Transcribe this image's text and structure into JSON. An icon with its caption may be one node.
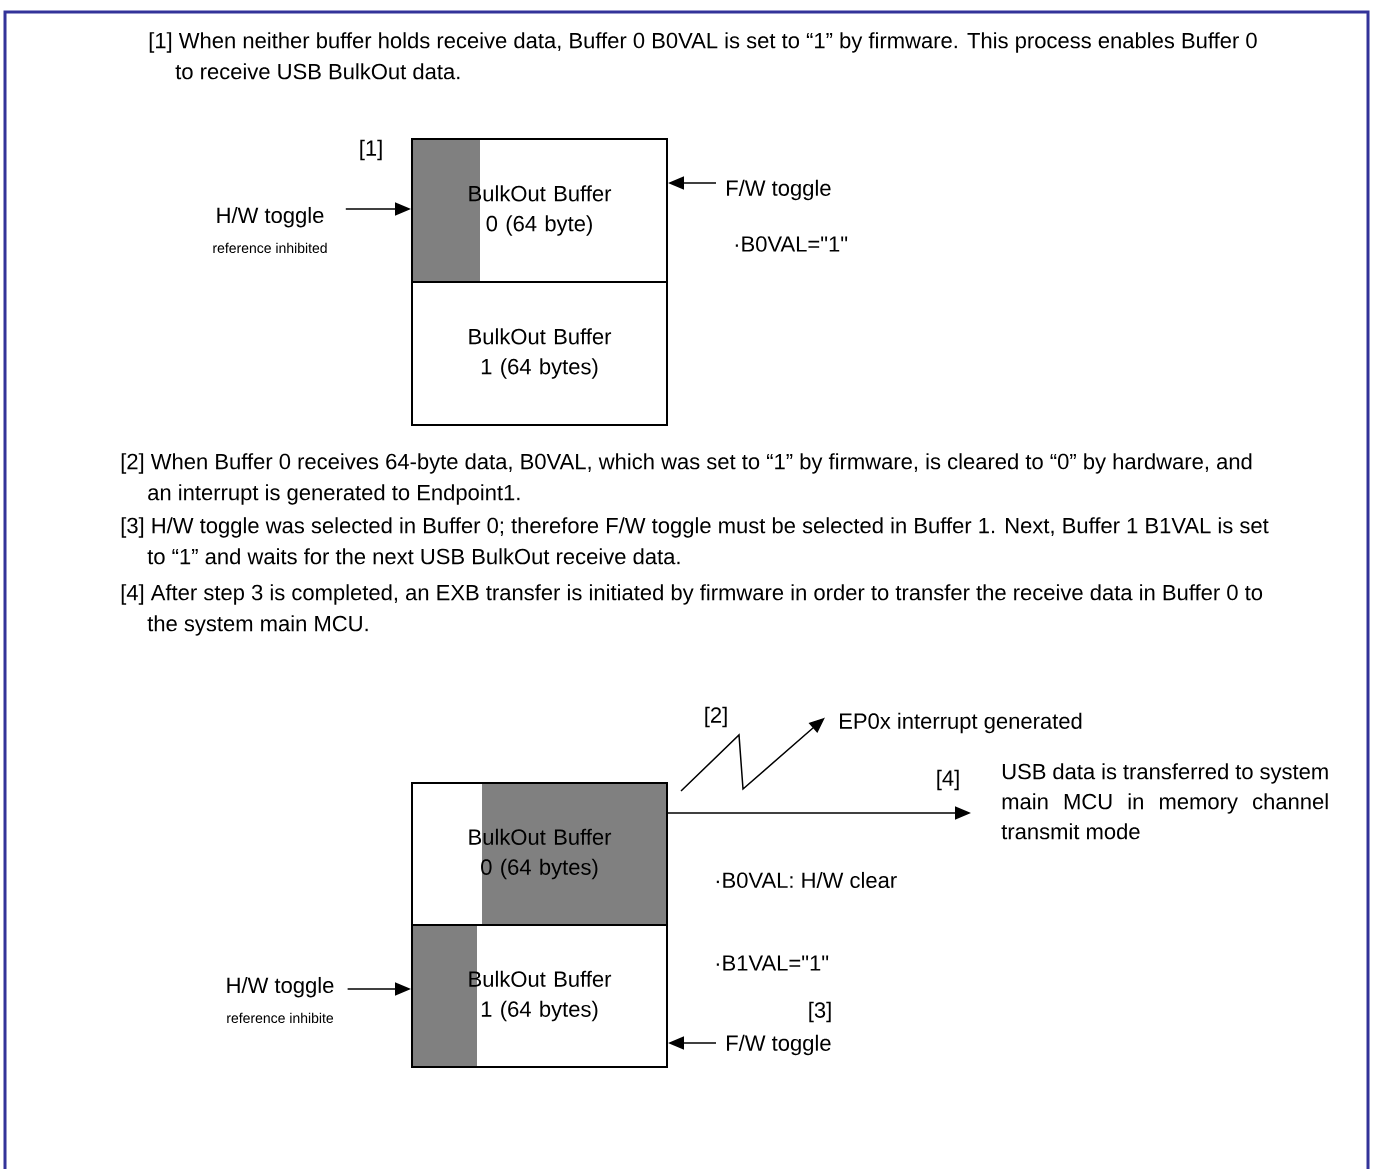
{
  "diagram": {
    "nodes": [
      {
        "text": [
          "BulkOut Buffer 0 (64 byte)"
        ]
      },
      {
        "text": [
          "BulkOut Buffer 1 (64 bytes)"
        ]
      },
      {
        "text": [
          "H/W toggle",
          "reference inhibited"
        ]
      },
      {
        "text": [
          "F/W toggle"
        ]
      },
      {
        "text": [
          "BulkOut Buffer 0 (64 bytes)"
        ]
      },
      {
        "text": [
          "BulkOut Buffer 1 (64 bytes)"
        ]
      },
      {
        "text": [
          "H/W toggle",
          "reference inhibite"
        ]
      },
      {
        "text": [
          "F/W toggle"
        ]
      },
      {
        "text": [
          "EP0x interrupt generated"
        ]
      },
      {
        "text": [
          "USB data is transferred to system main MCU in memory channel transmit mode"
        ]
      }
    ],
    "edges": [
      {
        "from": 2,
        "to": 0,
        "arrow": "to"
      },
      {
        "from": 3,
        "to": 0,
        "arrow": "to"
      },
      {
        "from": 4,
        "to": 8,
        "arrow": "to"
      },
      {
        "from": 4,
        "to": 9,
        "arrow": "to"
      },
      {
        "from": 6,
        "to": 5,
        "arrow": "to"
      },
      {
        "from": 7,
        "to": 5,
        "arrow": "to"
      }
    ],
    "labels": [
      "[1] When neither buffer holds receive data, Buffer 0 B0VAL is set to “1” by firmware. This process enables Buffer 0 to receive USB BulkOut data.",
      "[1]",
      "·B0VAL=\"1\"",
      "[2] When Buffer 0 receives 64-byte data, B0VAL, which was set to “1” by firmware, is cleared to “0” by hardware, and an interrupt is generated to Endpoint1.",
      "[3] H/W toggle was selected in Buffer 0; therefore F/W toggle must be selected in Buffer 1. Next, Buffer 1 B1VAL is set to “1” and waits for the next USB BulkOut receive data.",
      "[4] After step 3 is completed, an EXB transfer is initiated by firmware in order to transfer the receive data in Buffer 0 to the system main MCU.",
      "[2]",
      "[4]",
      "·B0VAL: H/W clear",
      "·B1VAL=\"1\"",
      "[3]"
    ]
  }
}
